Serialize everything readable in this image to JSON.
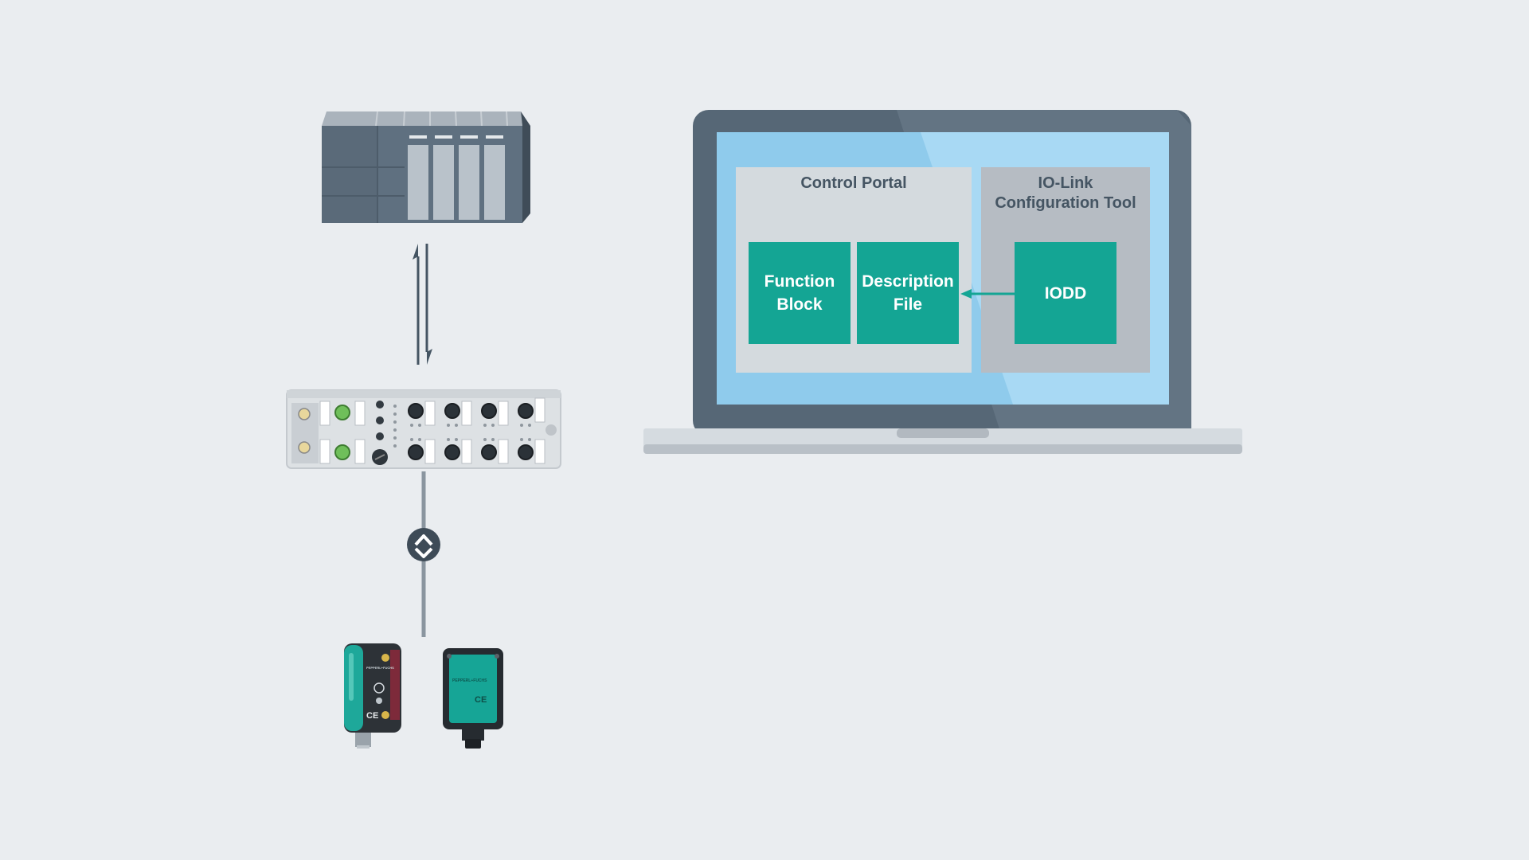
{
  "laptop": {
    "control_portal": {
      "title": "Control Portal",
      "function_block": {
        "line1": "Function",
        "line2": "Block"
      },
      "description_file": {
        "line1": "Description",
        "line2": "File"
      }
    },
    "config_tool": {
      "title_line1": "IO-Link",
      "title_line2": "Configuration Tool",
      "iodd": "IODD"
    }
  },
  "sensors": {
    "brand": "PEPPERL+FUCHS",
    "ce_mark": "CE"
  },
  "colors": {
    "background": "#eaedf0",
    "teal": "#14a594",
    "laptop_frame": "#566776",
    "screen": "#9fd3f0",
    "panel_light": "#d5dbe0",
    "panel_dark": "#b7bcc3",
    "text": "#455563"
  }
}
